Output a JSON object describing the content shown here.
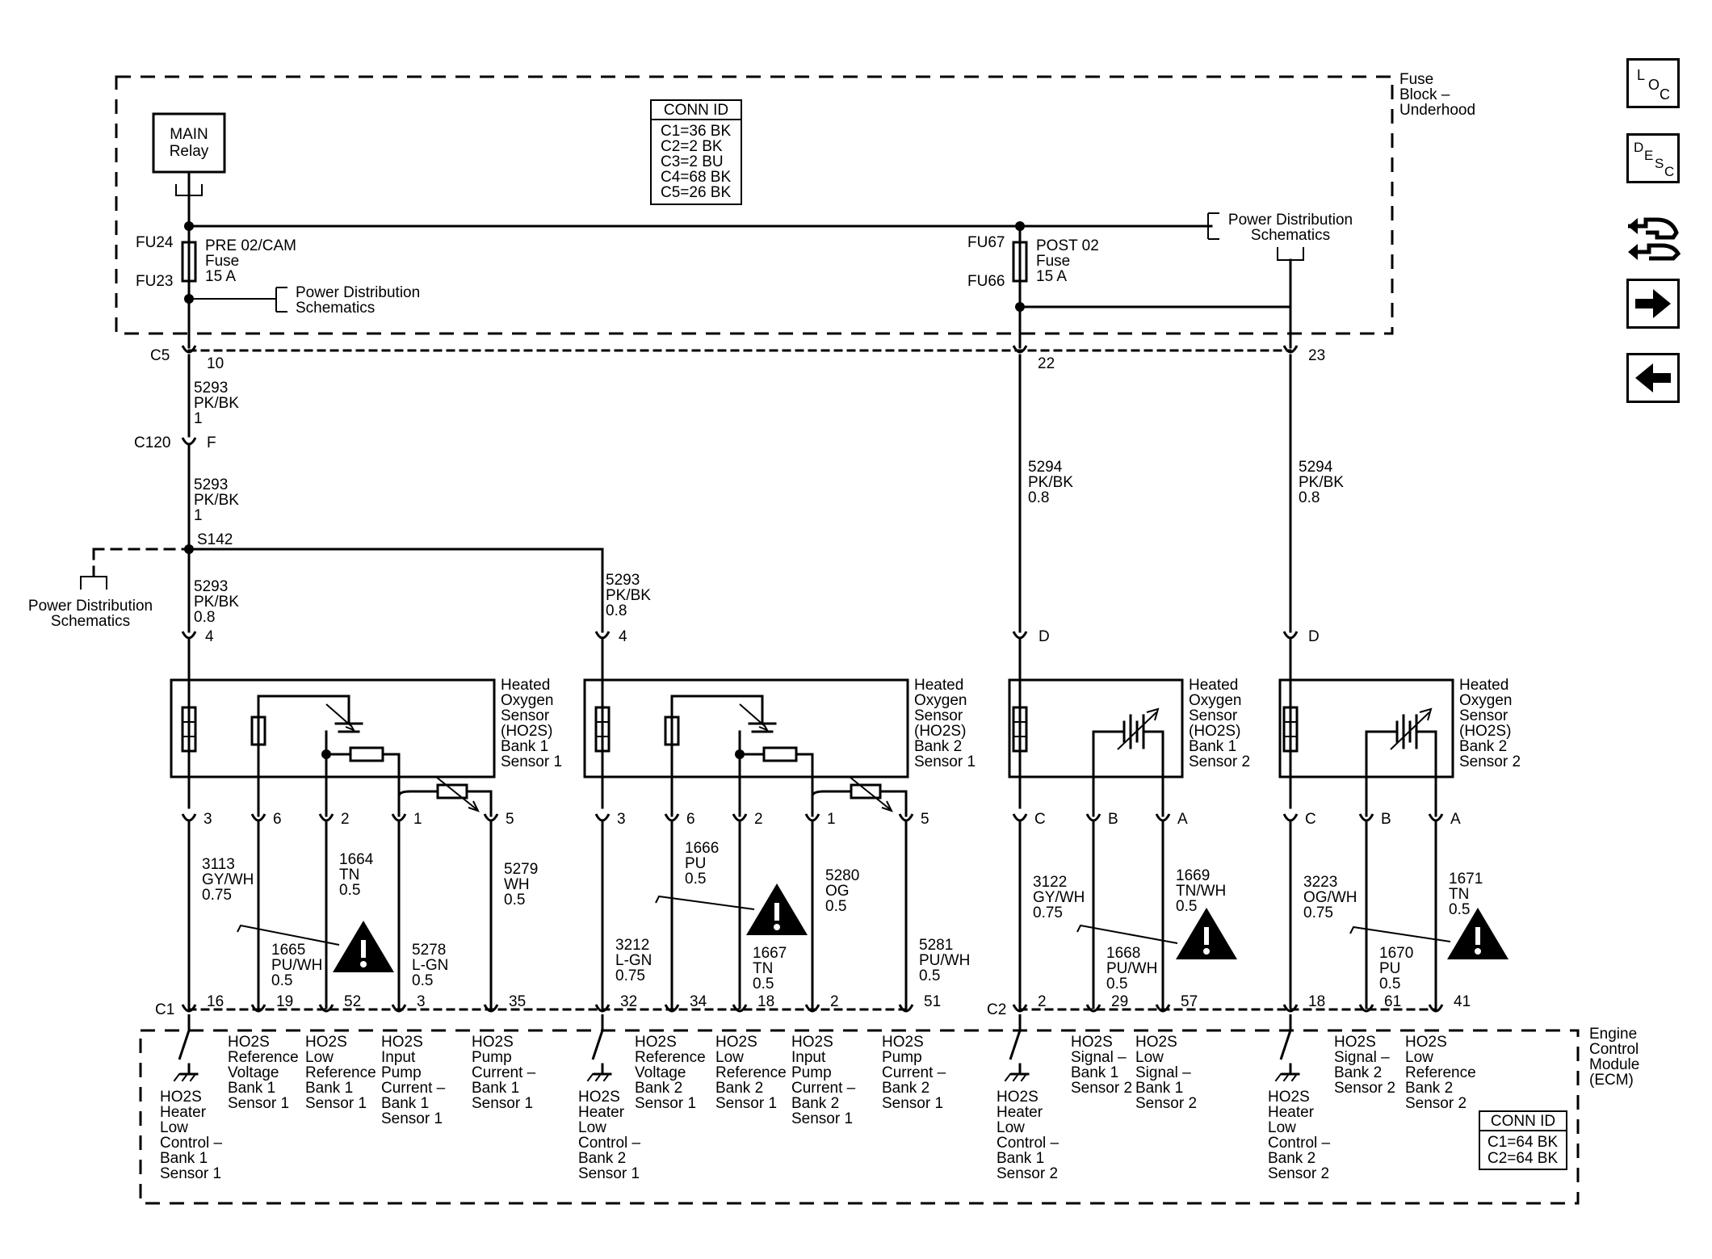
{
  "fuse_block": {
    "title": [
      "Fuse",
      "Block –",
      "Underhood"
    ]
  },
  "main_relay": [
    "MAIN",
    "Relay"
  ],
  "conn_id_top": {
    "header": "CONN ID",
    "rows": [
      "C1=36 BK",
      "C2=2 BK",
      "C3=2 BU",
      "C4=68 BK",
      "C5=26 BK"
    ]
  },
  "fuse_left": {
    "top": "FU24",
    "bottom": "FU23",
    "lines": [
      "PRE 02/CAM",
      "Fuse",
      "15 A"
    ]
  },
  "fuse_right": {
    "top": "FU67",
    "bottom": "FU66",
    "lines": [
      "POST 02",
      "Fuse",
      "15 A"
    ]
  },
  "power_dist": [
    "Power Distribution",
    "Schematics"
  ],
  "connectors": {
    "c5": "C5",
    "c5_pins": [
      "10",
      "22",
      "23"
    ],
    "c120": "C120",
    "c120_pin": "F",
    "splice": "S142",
    "c1": "C1",
    "c2": "C2"
  },
  "wires": {
    "w_c5": [
      "5293",
      "PK/BK",
      "1"
    ],
    "w_c120": [
      "5293",
      "PK/BK",
      "1"
    ],
    "w_s1": [
      "5293",
      "PK/BK",
      "0.8"
    ],
    "w_s2": [
      "5293",
      "PK/BK",
      "0.8"
    ],
    "w_b1s2": [
      "5294",
      "PK/BK",
      "0.8"
    ],
    "w_b2s2": [
      "5294",
      "PK/BK",
      "0.8"
    ],
    "s1_3": [
      "3113",
      "GY/WH",
      "0.75"
    ],
    "s1_6": [
      "1665",
      "PU/WH",
      "0.5"
    ],
    "s1_2": [
      "1664",
      "TN",
      "0.5"
    ],
    "s1_1": [
      "5278",
      "L-GN",
      "0.5"
    ],
    "s1_5": [
      "5279",
      "WH",
      "0.5"
    ],
    "s2_3": [
      "3212",
      "L-GN",
      "0.75"
    ],
    "s2_6": [
      "1666",
      "PU",
      "0.5"
    ],
    "s2_2": [
      "1667",
      "TN",
      "0.5"
    ],
    "s2_1": [
      "5280",
      "OG",
      "0.5"
    ],
    "s2_5": [
      "5281",
      "PU/WH",
      "0.5"
    ],
    "s3_c": [
      "3122",
      "GY/WH",
      "0.75"
    ],
    "s3_b": [
      "1668",
      "PU/WH",
      "0.5"
    ],
    "s3_a": [
      "1669",
      "TN/WH",
      "0.5"
    ],
    "s4_c": [
      "3223",
      "OG/WH",
      "0.75"
    ],
    "s4_b": [
      "1670",
      "PU",
      "0.5"
    ],
    "s4_a": [
      "1671",
      "TN",
      "0.5"
    ]
  },
  "sensors": {
    "s1": [
      "Heated",
      "Oxygen",
      "Sensor",
      "(HO2S)",
      "Bank 1",
      "Sensor 1"
    ],
    "s2": [
      "Heated",
      "Oxygen",
      "Sensor",
      "(HO2S)",
      "Bank 2",
      "Sensor 1"
    ],
    "s3": [
      "Heated",
      "Oxygen",
      "Sensor",
      "(HO2S)",
      "Bank 1",
      "Sensor 2"
    ],
    "s4": [
      "Heated",
      "Oxygen",
      "Sensor",
      "(HO2S)",
      "Bank 2",
      "Sensor 2"
    ]
  },
  "sensor_pins": {
    "top_s1": "4",
    "top_s2": "4",
    "top_s3": "D",
    "top_s4": "D",
    "s1": [
      "3",
      "6",
      "2",
      "1",
      "5"
    ],
    "s2": [
      "3",
      "6",
      "2",
      "1",
      "5"
    ],
    "s3": [
      "C",
      "B",
      "A"
    ],
    "s4": [
      "C",
      "B",
      "A"
    ]
  },
  "ecm_pins": {
    "s1": [
      "16",
      "19",
      "52",
      "3",
      "35"
    ],
    "s2": [
      "32",
      "34",
      "18",
      "2",
      "51"
    ],
    "s3": [
      "2",
      "29",
      "57"
    ],
    "s4": [
      "18",
      "61",
      "41"
    ]
  },
  "ecm": {
    "title": [
      "Engine",
      "Control",
      "Module",
      "(ECM)"
    ],
    "conn_id": {
      "header": "CONN ID",
      "rows": [
        "C1=64 BK",
        "C2=64 BK"
      ]
    },
    "labels": {
      "heater_b1s1": [
        "HO2S",
        "Heater",
        "Low",
        "Control –",
        "Bank 1",
        "Sensor 1"
      ],
      "ref_v_b1s1": [
        "HO2S",
        "Reference",
        "Voltage",
        "Bank 1",
        "Sensor 1"
      ],
      "low_ref_b1s1": [
        "HO2S",
        "Low",
        "Reference",
        "Bank 1",
        "Sensor 1"
      ],
      "input_pump_b1s1": [
        "HO2S",
        "Input",
        "Pump",
        "Current –",
        "Bank 1",
        "Sensor 1"
      ],
      "pump_b1s1": [
        "HO2S",
        "Pump",
        "Current –",
        "Bank 1",
        "Sensor 1"
      ],
      "heater_b2s1": [
        "HO2S",
        "Heater",
        "Low",
        "Control –",
        "Bank 2",
        "Sensor 1"
      ],
      "ref_v_b2s1": [
        "HO2S",
        "Reference",
        "Voltage",
        "Bank 2",
        "Sensor 1"
      ],
      "low_ref_b2s1": [
        "HO2S",
        "Low",
        "Reference",
        "Bank 2",
        "Sensor 1"
      ],
      "input_pump_b2s1": [
        "HO2S",
        "Input",
        "Pump",
        "Current –",
        "Bank 2",
        "Sensor 1"
      ],
      "pump_b2s1": [
        "HO2S",
        "Pump",
        "Current –",
        "Bank 2",
        "Sensor 1"
      ],
      "heater_b1s2": [
        "HO2S",
        "Heater",
        "Low",
        "Control –",
        "Bank 1",
        "Sensor 2"
      ],
      "signal_b1s2": [
        "HO2S",
        "Signal –",
        "Bank 1",
        "Sensor 2"
      ],
      "low_signal_b1s2": [
        "HO2S",
        "Low",
        "Signal –",
        "Bank 1",
        "Sensor 2"
      ],
      "heater_b2s2": [
        "HO2S",
        "Heater",
        "Low",
        "Control –",
        "Bank 2",
        "Sensor 2"
      ],
      "signal_b2s2": [
        "HO2S",
        "Signal –",
        "Bank 2",
        "Sensor 2"
      ],
      "low_ref_b2s2": [
        "HO2S",
        "Low",
        "Reference",
        "Bank 2",
        "Sensor 2"
      ]
    }
  },
  "nav": {
    "loc": [
      "L",
      "O",
      "C"
    ],
    "desc": [
      "D",
      "E",
      "S",
      "C"
    ]
  }
}
